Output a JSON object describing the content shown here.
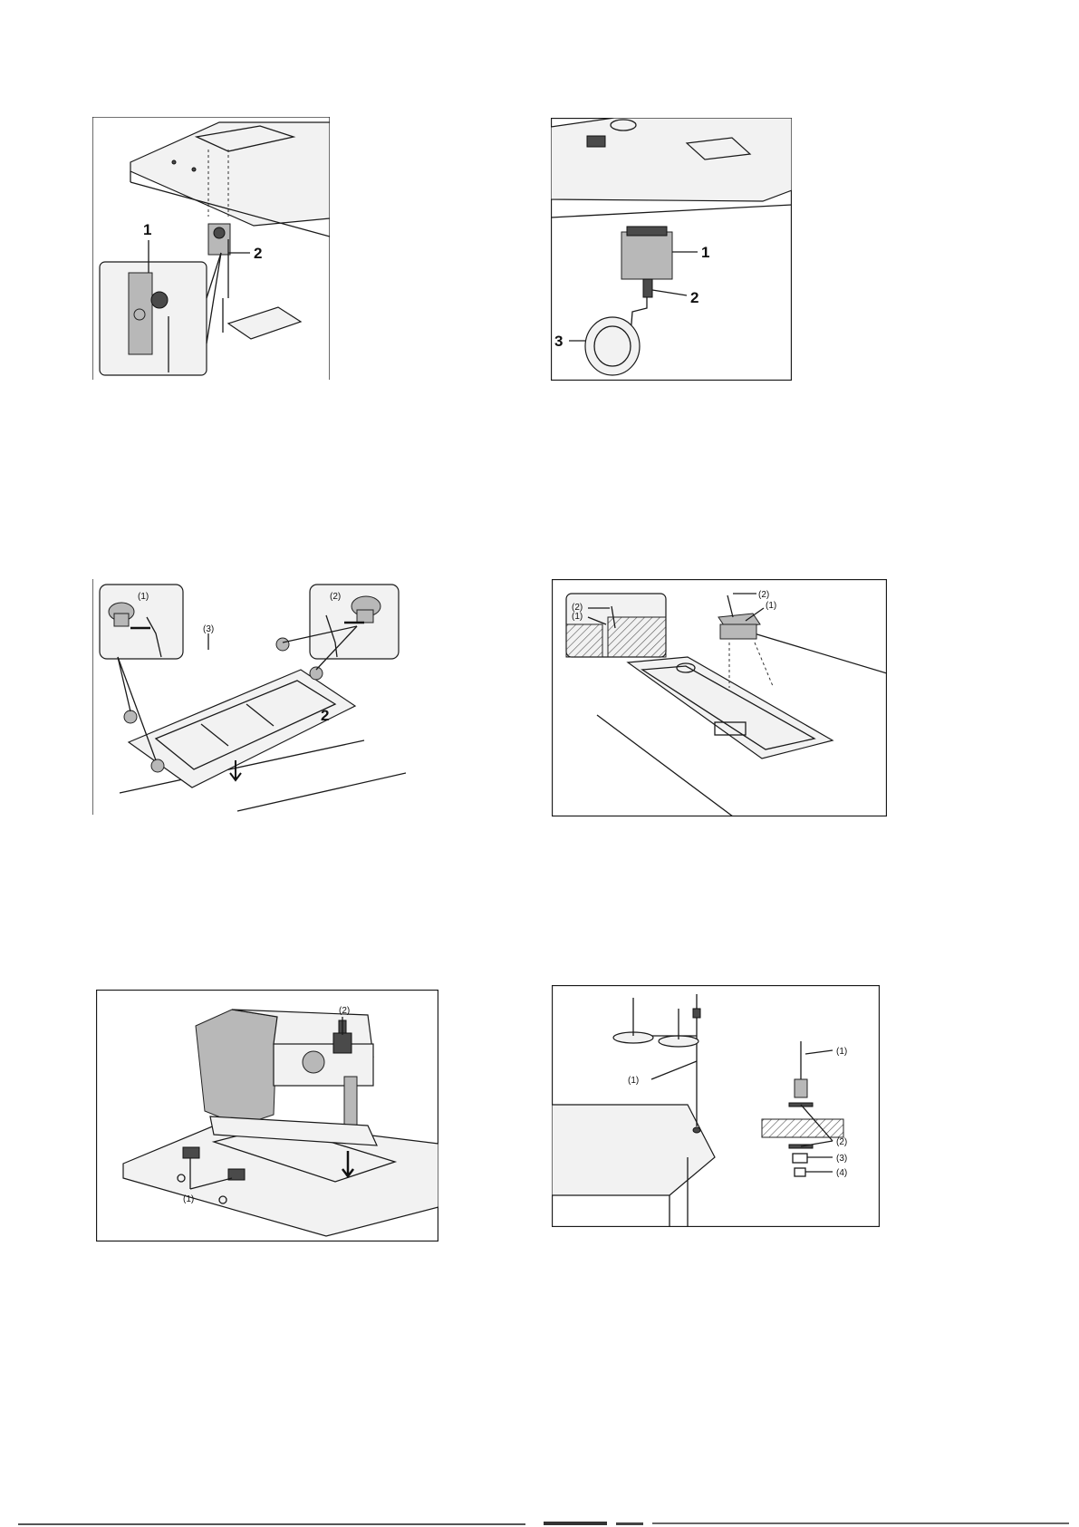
{
  "figures": {
    "fig1": {
      "labels": [
        "1",
        "2"
      ]
    },
    "fig2": {
      "labels": [
        "1",
        "2",
        "3"
      ]
    },
    "fig3": {
      "labels": [
        "(1)",
        "(2)",
        "(3)",
        "2"
      ]
    },
    "fig4": {
      "labels": [
        "(2)",
        "(1)",
        "(2)",
        "(1)"
      ]
    },
    "fig5": {
      "labels": [
        "(2)",
        "(1)"
      ]
    },
    "fig6": {
      "labels": [
        "(1)",
        "(1)",
        "(2)",
        "(3)",
        "(4)"
      ]
    }
  }
}
